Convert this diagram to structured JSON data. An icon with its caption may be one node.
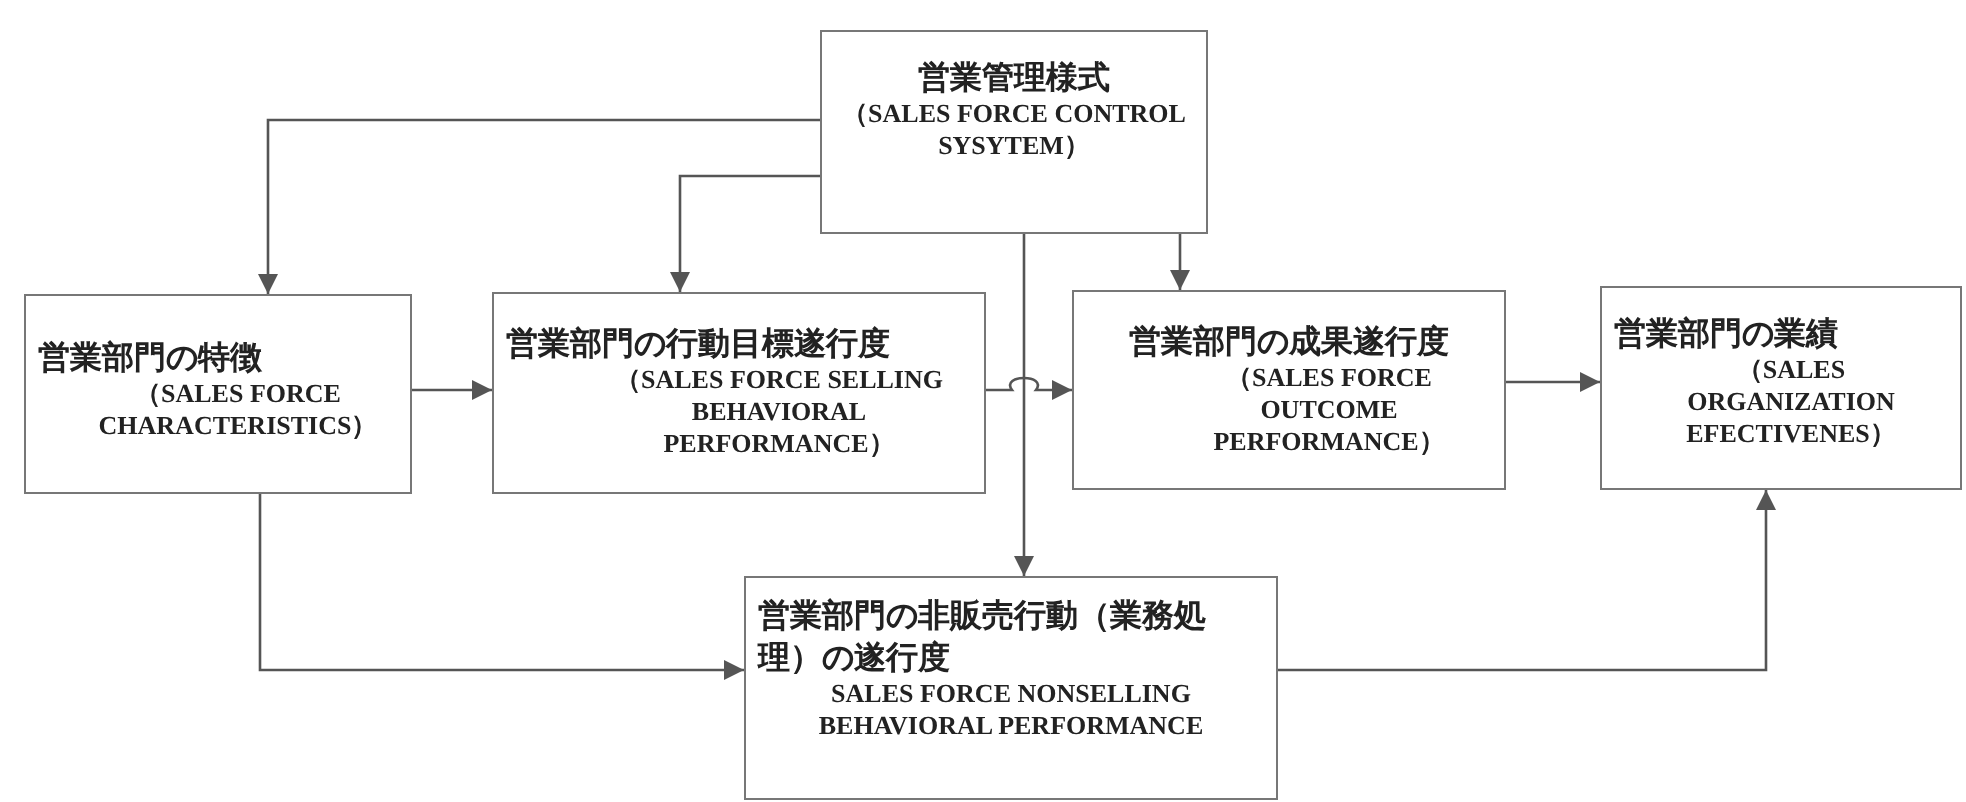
{
  "diagram": {
    "nodes": [
      {
        "text": [
          "営業管理様式",
          "（SALES FORCE CONTROL SYSYTEM）"
        ]
      },
      {
        "text": [
          "営業部門の特徴",
          "（SALES FORCE CHARACTERISTICS）"
        ]
      },
      {
        "text": [
          "営業部門の行動目標遂行度",
          "（SALES FORCE SELLING BEHAVIORAL PERFORMANCE）"
        ]
      },
      {
        "text": [
          "営業部門の成果遂行度",
          "（SALES FORCE OUTCOME PERFORMANCE）"
        ]
      },
      {
        "text": [
          "営業部門の業績",
          "（SALES ORGANIZATION EFECTIVENES）"
        ]
      },
      {
        "text": [
          "営業部門の非販売行動（業務処理）の遂行度",
          "SALES FORCE NONSELLING BEHAVIORAL PERFORMANCE"
        ]
      }
    ],
    "edges": [
      {
        "from": 0,
        "to": 1,
        "arrow": "to"
      },
      {
        "from": 0,
        "to": 2,
        "arrow": "to"
      },
      {
        "from": 0,
        "to": 3,
        "arrow": "to"
      },
      {
        "from": 0,
        "to": 5,
        "arrow": "to"
      },
      {
        "from": 1,
        "to": 2,
        "arrow": "to"
      },
      {
        "from": 2,
        "to": 3,
        "arrow": "to"
      },
      {
        "from": 3,
        "to": 4,
        "arrow": "to"
      },
      {
        "from": 1,
        "to": 5,
        "arrow": "to"
      },
      {
        "from": 5,
        "to": 4,
        "arrow": "to"
      }
    ]
  }
}
